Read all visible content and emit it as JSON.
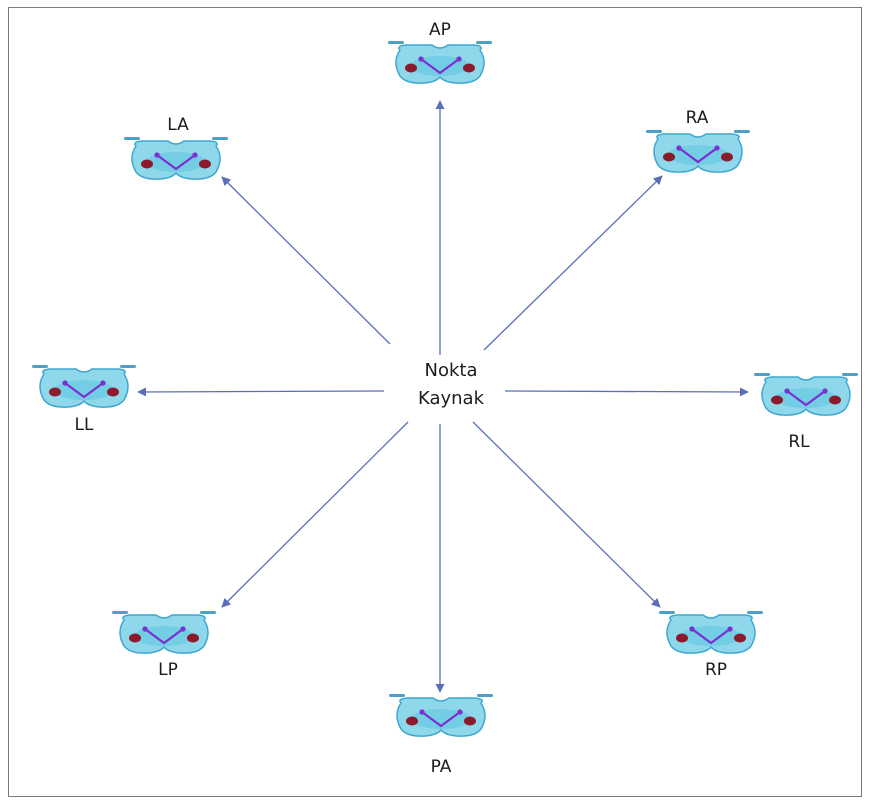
{
  "center": {
    "line1": "Nokta",
    "line2": "Kaynak"
  },
  "nodes": [
    {
      "id": "AP",
      "label": "AP"
    },
    {
      "id": "RA",
      "label": "RA"
    },
    {
      "id": "RL",
      "label": "RL"
    },
    {
      "id": "RP",
      "label": "RP"
    },
    {
      "id": "PA",
      "label": "PA"
    },
    {
      "id": "LP",
      "label": "LP"
    },
    {
      "id": "LL",
      "label": "LL"
    },
    {
      "id": "LA",
      "label": "LA"
    }
  ],
  "colors": {
    "arrow": "#5a6fb8",
    "pelvis_fill": "#8fd8ec",
    "pelvis_stroke": "#3fa8cf",
    "pelvis_inner": "#5cc4e0",
    "organ": "#8b1a2a",
    "vessel": "#7a2fd0",
    "marker": "#4aa0c8"
  }
}
